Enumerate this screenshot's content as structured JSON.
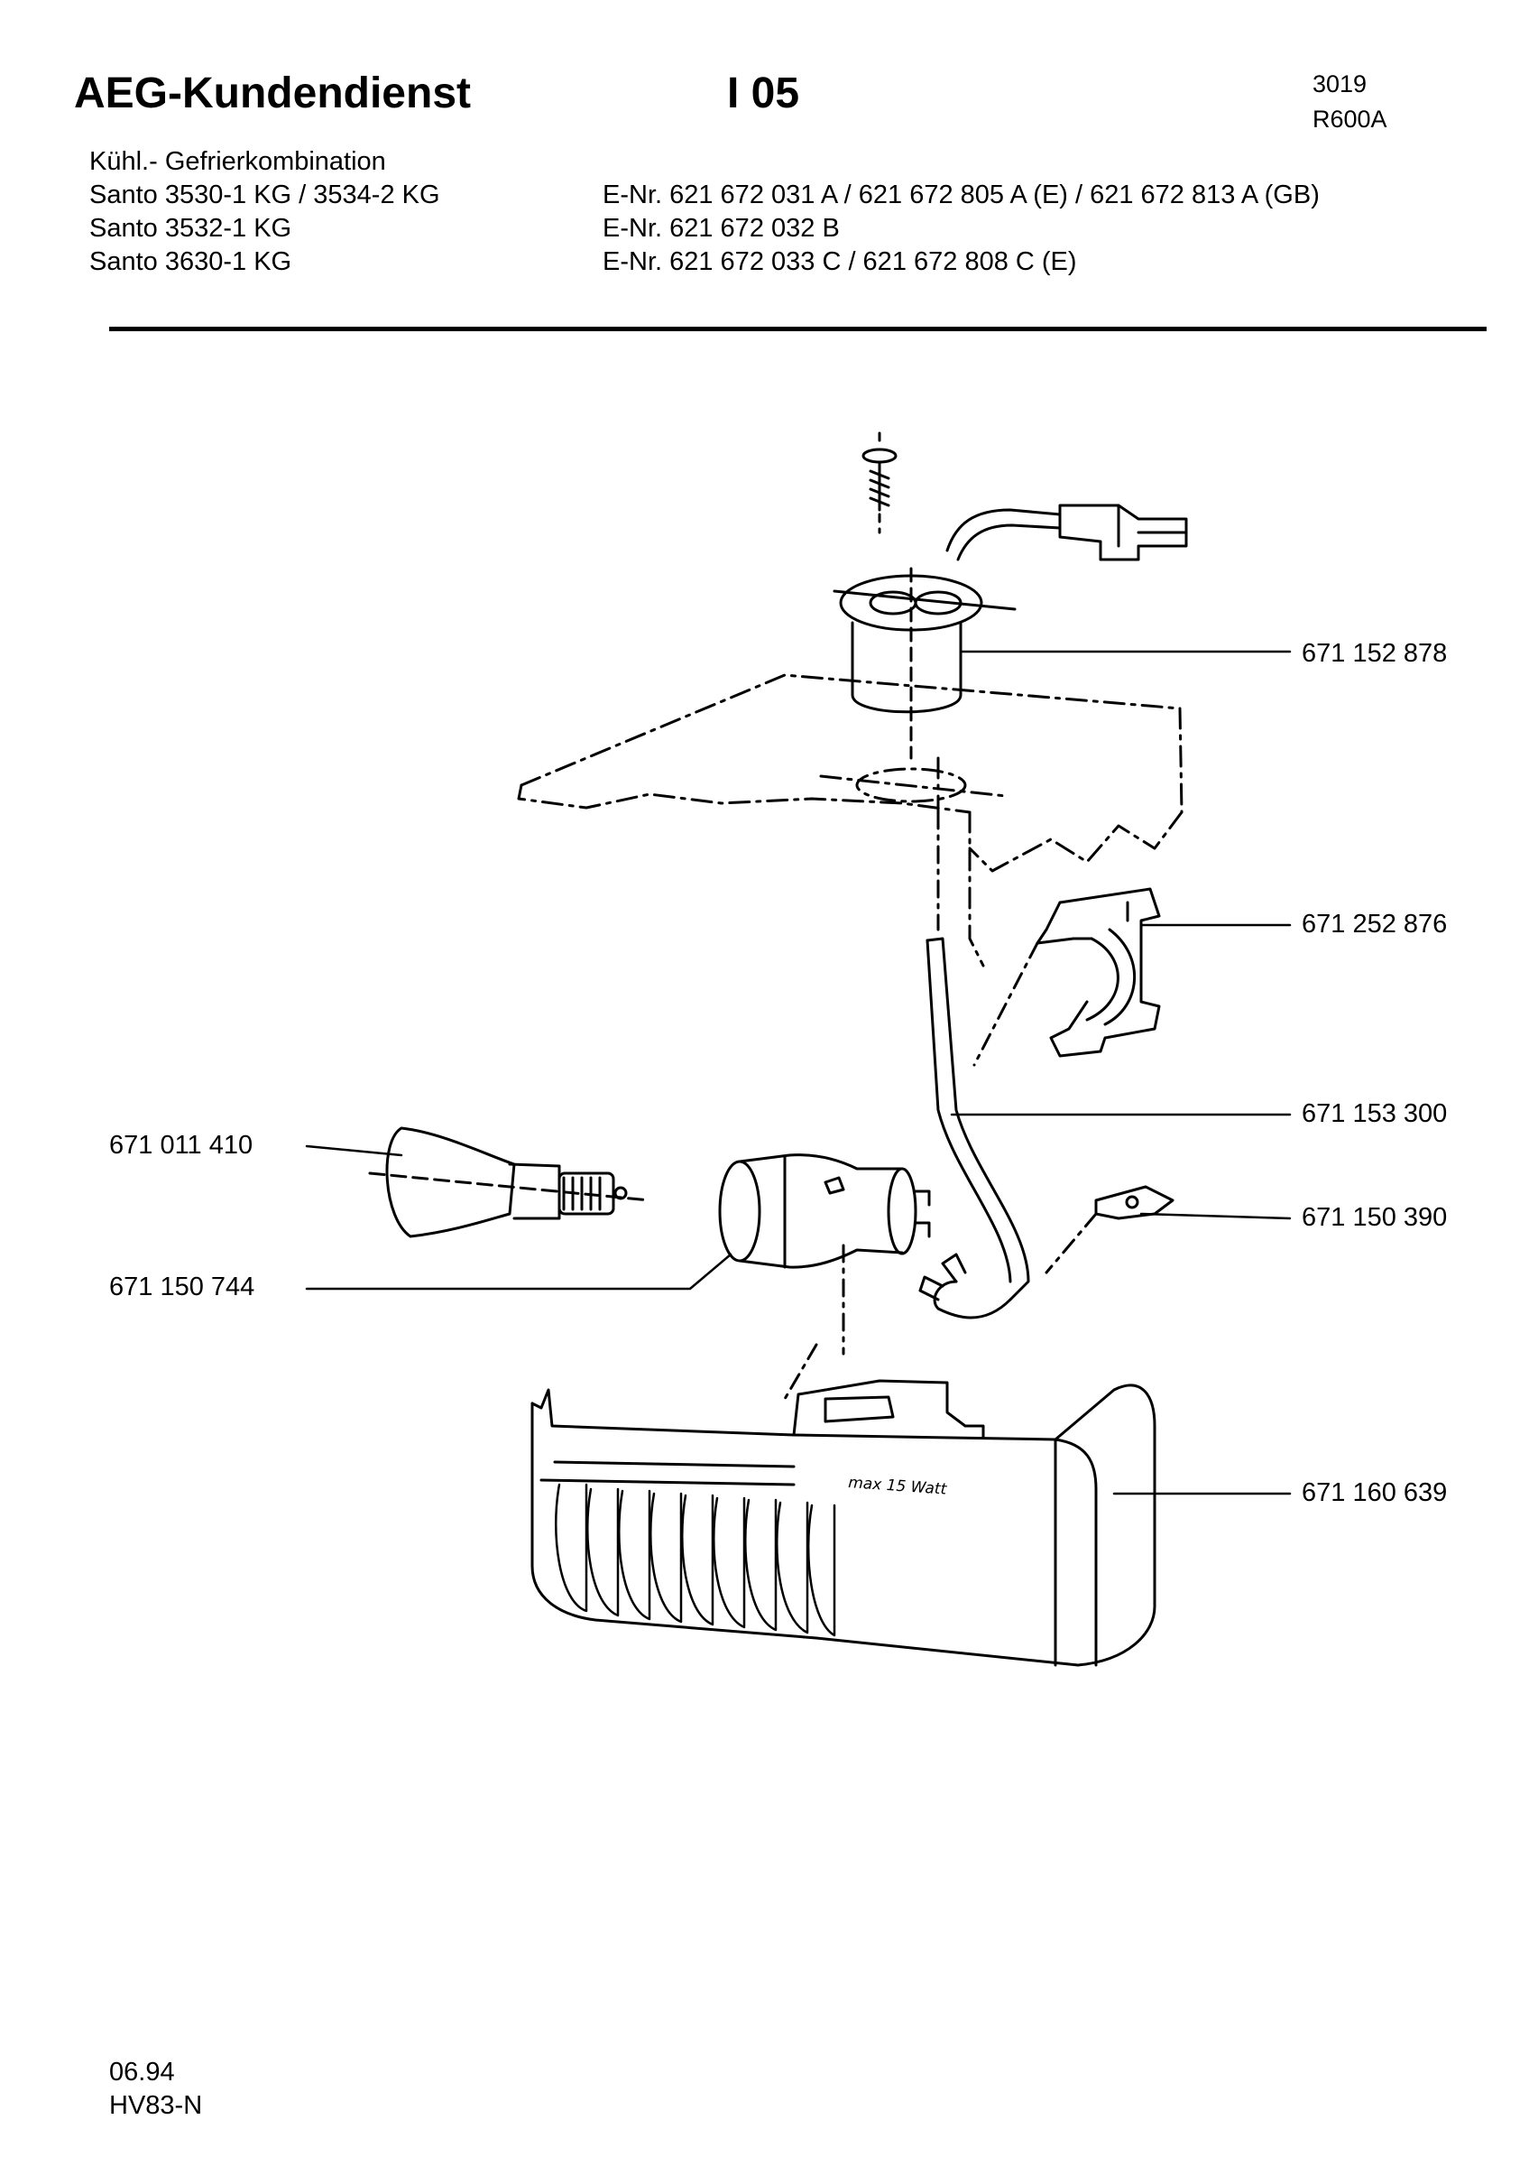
{
  "header": {
    "brand": "AEG-Kundendienst",
    "sheet": "I 05",
    "code_1": "3019",
    "code_2": "R600A"
  },
  "info": {
    "product_type": "Kühl.- Gefrierkombination",
    "models": [
      {
        "model": "Santo 3530-1 KG / 3534-2 KG",
        "enr": "E-Nr. 621 672 031 A  /  621 672 805 A  (E) / 621 672 813 A  (GB)"
      },
      {
        "model": "Santo 3532-1 KG",
        "enr": "E-Nr. 621 672 032 B"
      },
      {
        "model": "Santo 3630-1 KG",
        "enr": "E-Nr. 621 672 033 C  /  621 672 808 C  (E)"
      }
    ]
  },
  "parts": {
    "lamp_holder_top": "671 152 878",
    "bracket": "671 252 876",
    "cable": "671 153 300",
    "clip": "671 150 390",
    "bulb": "671 011 410",
    "socket": "671 150 744",
    "cover": "671 160 639"
  },
  "cover_print": "max 15 Watt",
  "footer": {
    "date": "06.94",
    "ref": "HV83-N"
  }
}
